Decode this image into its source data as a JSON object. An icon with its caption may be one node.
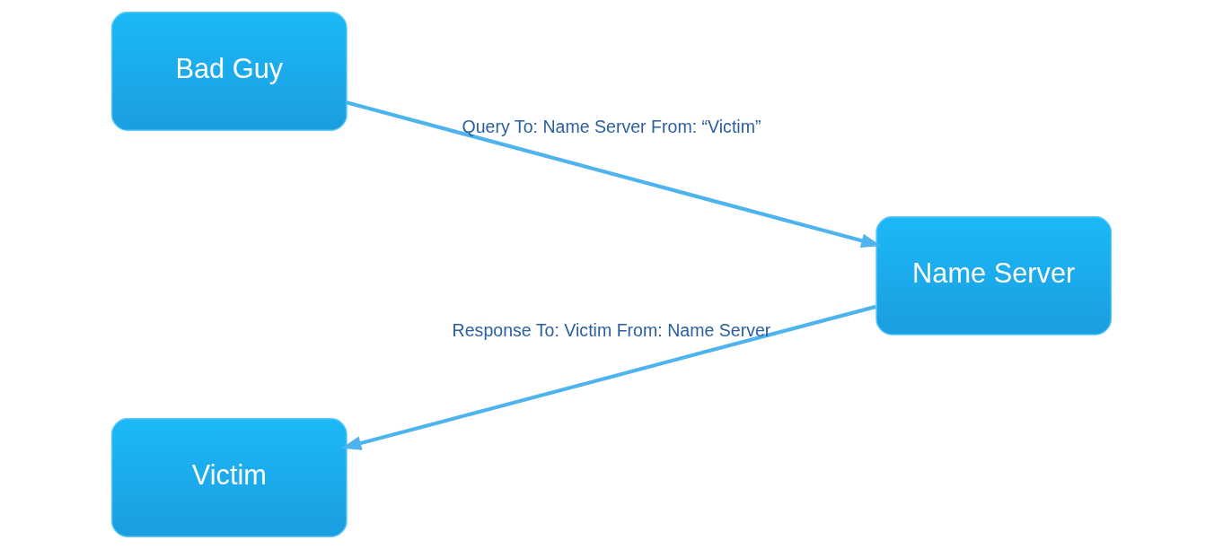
{
  "diagram": {
    "nodes": [
      {
        "text": [
          "Bad Guy"
        ]
      },
      {
        "text": [
          "Name Server"
        ]
      },
      {
        "text": [
          "Victim"
        ]
      }
    ],
    "edges": [
      {
        "from": 0,
        "to": 1,
        "arrow": "to",
        "label": "Query To: Name Server From: “Victim”"
      },
      {
        "from": 1,
        "to": 2,
        "arrow": "to",
        "label": "Response To: Victim From: Name Server"
      }
    ]
  }
}
